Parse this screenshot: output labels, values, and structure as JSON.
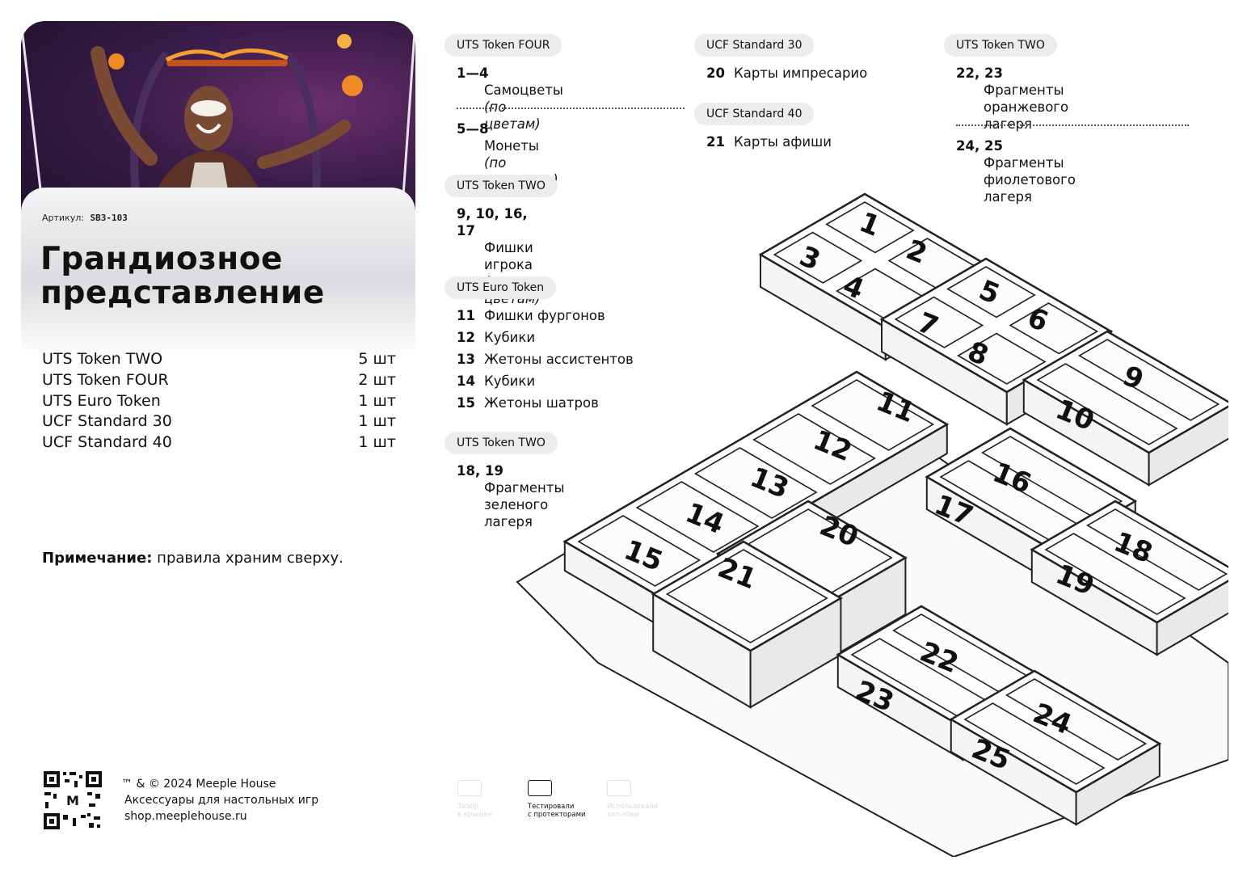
{
  "product": {
    "sku_label": "Артикул:",
    "sku_code": "SB3-103",
    "title_line1": "Грандиозное",
    "title_line2": "представление"
  },
  "components": [
    {
      "name": "UTS Token TWO",
      "qty": "5 шт"
    },
    {
      "name": "UTS Token FOUR",
      "qty": "2 шт"
    },
    {
      "name": "UTS Euro Token",
      "qty": "1 шт"
    },
    {
      "name": "UCF Standard 30",
      "qty": "1 шт"
    },
    {
      "name": "UCF Standard 40",
      "qty": "1 шт"
    }
  ],
  "note": {
    "label": "Примечание:",
    "text": " правила храним сверху."
  },
  "footer": {
    "line1": "™ & © 2024 Meeple House",
    "line2": "Аксессуары для настольных игр",
    "line3": "shop.meeplehouse.ru",
    "qr_letter": "M"
  },
  "legend": {
    "col1": {
      "g1_title": "UTS Token FOUR",
      "g1_e1_num": "1—4",
      "g1_e1_text": "Самоцветы ",
      "g1_e1_italic": "(по цветам)",
      "g1_e2_num": "5—8",
      "g1_e2_text": "Монеты ",
      "g1_e2_italic": "(по номиналу)",
      "g2_title": "UTS Token TWO",
      "g2_e1_num": "9, 10, 16, 17",
      "g2_e1_text": "Фишки игрока",
      "g2_e1_italic": "(по цветам)",
      "g3_title": "UTS Euro Token",
      "g3_rows": [
        {
          "num": "11",
          "text": "Фишки фургонов"
        },
        {
          "num": "12",
          "text": "Кубики"
        },
        {
          "num": "13",
          "text": "Жетоны ассистентов"
        },
        {
          "num": "14",
          "text": "Кубики"
        },
        {
          "num": "15",
          "text": "Жетоны шатров"
        }
      ],
      "g4_title": "UTS Token TWO",
      "g4_e1_num": "18, 19",
      "g4_e1_l1": "Фрагменты",
      "g4_e1_l2": "зеленого",
      "g4_e1_l3": "лагеря"
    },
    "col2": {
      "g1_title": "UCF Standard 30",
      "g1_num": "20",
      "g1_text": "Карты импресарио",
      "g2_title": "UCF Standard 40",
      "g2_num": "21",
      "g2_text": "Карты афиши"
    },
    "col3": {
      "g1_title": "UTS Token TWO",
      "g1_e1_num": "22, 23",
      "g1_e1_l1": "Фрагменты оранжевого",
      "g1_e1_l2": "лагеря",
      "g1_e2_num": "24, 25",
      "g1_e2_l1": "Фрагменты фиолетового",
      "g1_e2_l2": "лагеря"
    }
  },
  "badges": [
    {
      "l1": "Зазор",
      "l2": "в крышке",
      "active": false
    },
    {
      "l1": "Тестировали",
      "l2": "с протекторами",
      "active": true
    },
    {
      "l1": "Использовали",
      "l2": "зип-локи",
      "active": false
    }
  ],
  "tray_labels": [
    "1",
    "2",
    "3",
    "4",
    "5",
    "6",
    "7",
    "8",
    "9",
    "10",
    "11",
    "12",
    "13",
    "14",
    "15",
    "16",
    "17",
    "18",
    "19",
    "20",
    "21",
    "22",
    "23",
    "24",
    "25"
  ],
  "colors": {
    "accent_dark": "#111111",
    "pill_bg": "#ececee",
    "hero_bg": "#2a1638",
    "fire": "#f08a24"
  }
}
